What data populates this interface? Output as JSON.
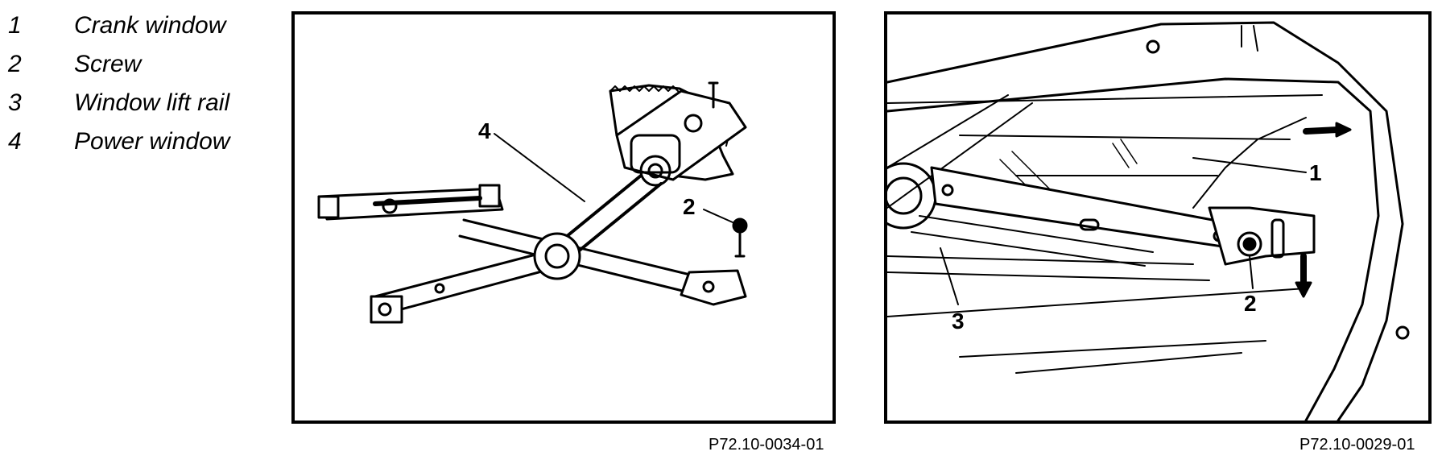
{
  "legend": [
    {
      "num": "1",
      "label": "Crank window"
    },
    {
      "num": "2",
      "label": "Screw"
    },
    {
      "num": "3",
      "label": "Window lift rail"
    },
    {
      "num": "4",
      "label": "Power window"
    }
  ],
  "figure1": {
    "caption": "P72.10-0034-01",
    "callouts": {
      "c4": "4",
      "c2": "2"
    }
  },
  "figure2": {
    "caption": "P72.10-0029-01",
    "callouts": {
      "c1": "1",
      "c2": "2",
      "c3": "3"
    }
  }
}
